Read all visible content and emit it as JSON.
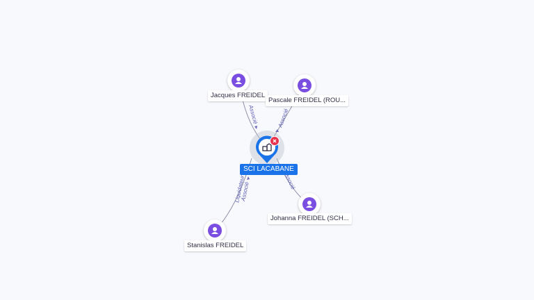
{
  "company": {
    "label": "SCI LACABANE",
    "icon": "building-icon",
    "badge_icon": "close-icon"
  },
  "colors": {
    "center": "#1a73e8",
    "person": "#7a4ee0",
    "badge": "#e8334e",
    "edge": "#8f8fa6"
  },
  "persons": [
    {
      "name": "Jacques FREIDEL",
      "role": "Associé",
      "icon": "person-icon"
    },
    {
      "name": "Pascale FREIDEL (ROU...",
      "role": "Associé",
      "icon": "person-icon"
    },
    {
      "name": "Johanna FREIDEL (SCH...",
      "role": "Associé",
      "icon": "person-icon"
    },
    {
      "name": "Stanislas FREIDEL",
      "role_1": "Associé",
      "role_2": "Liquidateur",
      "icon": "person-icon"
    }
  ]
}
